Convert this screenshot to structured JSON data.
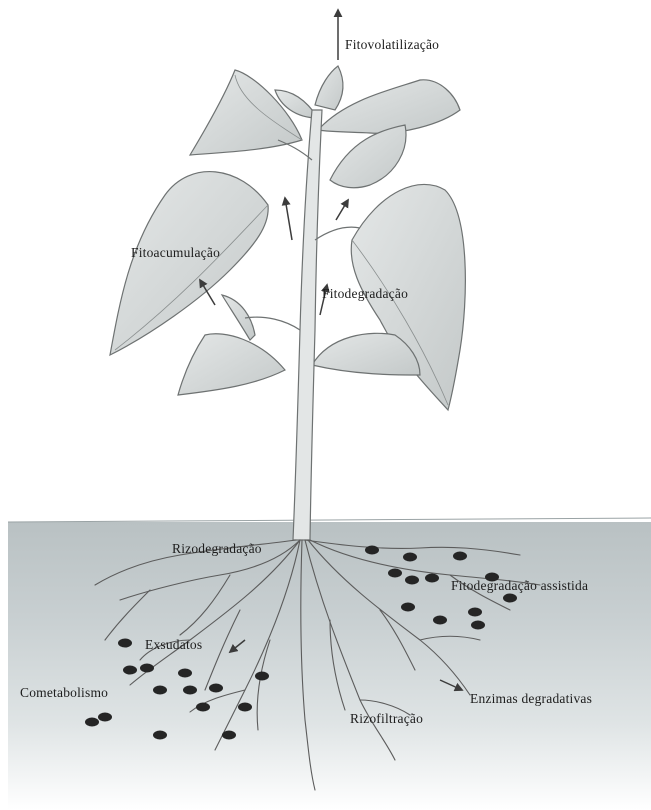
{
  "diagram": {
    "labels": {
      "fitovolatilizacao": "Fitovolatilização",
      "fitoacumulacao": "Fitoacumulação",
      "fitodegradacao": "Fitodegradação",
      "rizodegradacao": "Rizodegradação",
      "fitodegradacao_assistida": "Fitodegradação assistida",
      "exsudatos": "Exsudatos",
      "cometabolismo": "Cometabolismo",
      "enzimas_degradativas": "Enzimas degradativas",
      "rizofiltracao": "Rizofiltração"
    },
    "colors": {
      "leaf": "#d2d6d6",
      "leaf_edge": "#6e7272",
      "stem": "#dfe2e2",
      "soil": "#c5ccce",
      "root": "#5c5c5c",
      "contaminant": "#252525",
      "arrow": "#3c3c3c"
    }
  }
}
